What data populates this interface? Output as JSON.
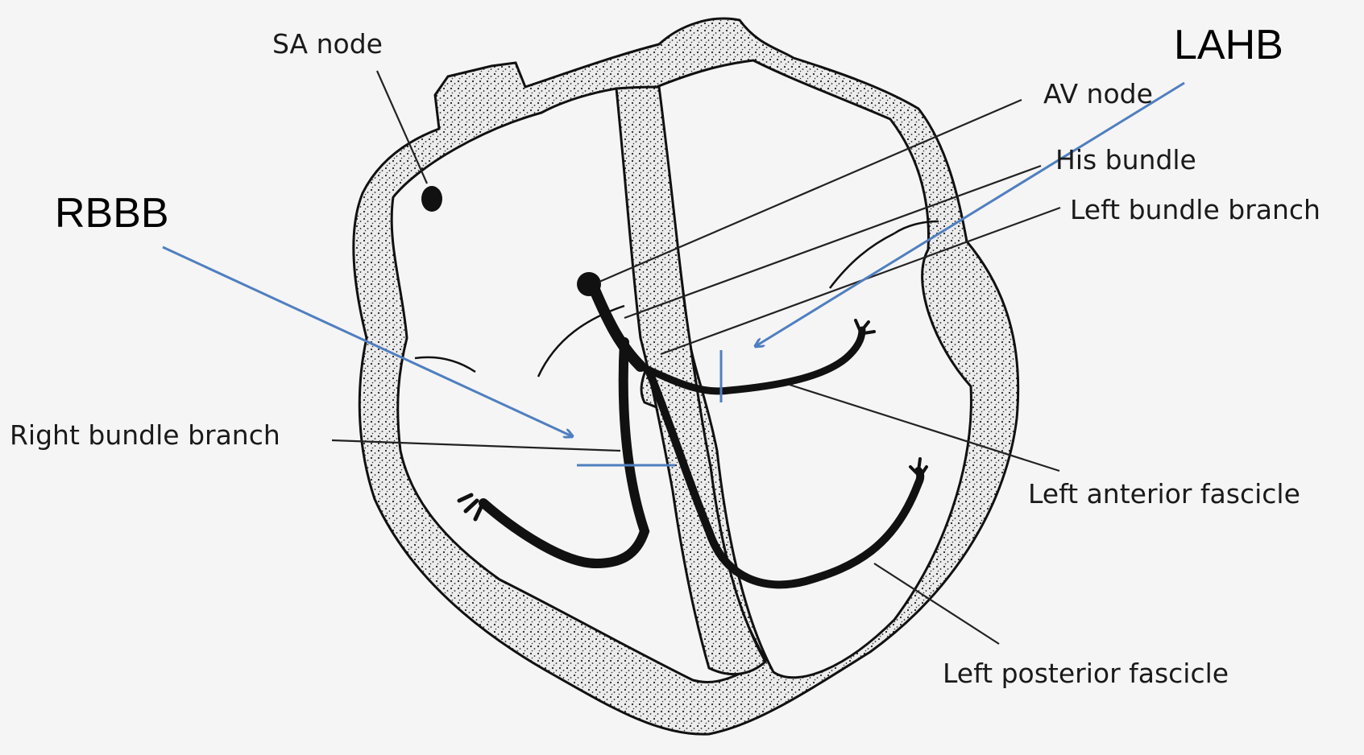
{
  "colors": {
    "ink": "#111111",
    "wall_stipple_fill": "#e6e6e6",
    "annotation_blue": "#4f7fc0",
    "background": "#f4f4f4"
  },
  "labels": {
    "sa_node": "SA node",
    "av_node": "AV node",
    "his_bundle": "His bundle",
    "left_bundle_branch": "Left bundle branch",
    "right_bundle_branch": "Right bundle branch",
    "left_anterior_fascicle": "Left anterior fascicle",
    "left_posterior_fascicle": "Left posterior fascicle"
  },
  "annotations": {
    "rbbb": "RBBB",
    "lahb": "LAHB"
  }
}
